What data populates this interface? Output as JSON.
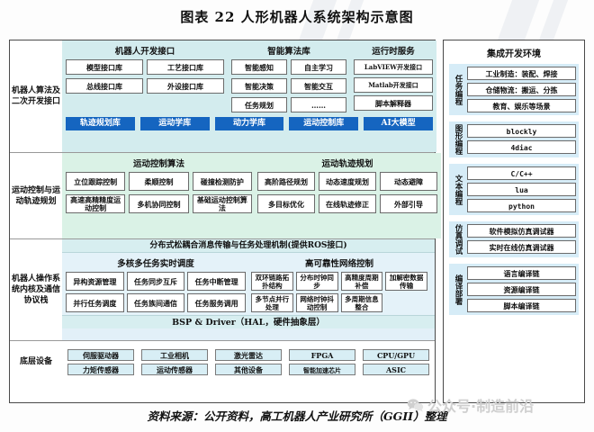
{
  "title": "图表 22   人形机器人系统架构示意图",
  "source_note": "资料来源：公开资料，高工机器人产业研究所（GGII）整理",
  "watermark": {
    "text": "公众号·制造前沿",
    "icon": "wechat-icon"
  },
  "colors": {
    "band_cyan": "#d3ecee",
    "band_green": "#daf2e6",
    "band_blue": "#e2f0f8",
    "accent_blue": "#1565c0",
    "device_fill": "#d8eef5",
    "right_group_fill": "#d6ecf7"
  },
  "left": {
    "sections": [
      {
        "label": "机器人算法及二次开发接口",
        "groups": [
          {
            "title": "机器人开发接口",
            "items": [
              "模型接口库",
              "工艺接口库",
              "总线接口库",
              "外设接口库"
            ]
          },
          {
            "title": "智能算法库",
            "items": [
              "智能感知",
              "自主学习",
              "智能决策",
              "智能交互",
              "任务规划",
              "……"
            ]
          },
          {
            "title": "运行时服务",
            "items": [
              "LabVIEW开发接口",
              "Matlab开发接口",
              "脚本解释器"
            ]
          }
        ],
        "buttons": [
          "轨迹规划库",
          "运动学库",
          "动力学库",
          "运动控制库",
          "AI大模型"
        ]
      },
      {
        "label": "运动控制与运动轨迹规划",
        "groups": [
          {
            "title": "运动控制算法",
            "items": [
              "立位跟踪控制",
              "柔顺控制",
              "碰撞检测防护",
              "高速高精精度运动控制",
              "多机协同控制",
              "基础运动控制算法"
            ]
          },
          {
            "title": "运动轨迹规划",
            "items": [
              "高阶路径规划",
              "动态速度规划",
              "动态避障",
              "多目标优化",
              "在线轨迹修正",
              "外部引导"
            ]
          }
        ]
      },
      {
        "label": "机器人操作系统内核及通信协议栈",
        "header": "分布式松耦合消息传输与任务处理机制(提供ROS接口)",
        "groups": [
          {
            "title": "多核多任务实时调度",
            "items": [
              "异构资源管理",
              "任务同步互斥",
              "任务中断管理",
              "并行任务调度",
              "任务族间通信",
              "任务服务调用"
            ]
          },
          {
            "title": "高可靠性网络控制",
            "items": [
              "双环链路拓扑结构",
              "分布时钟同步",
              "高精度周期补偿",
              "加解密数据传输",
              "多节点并行处理",
              "网络时钟抖动控制",
              "多周期信息整合",
              ""
            ]
          }
        ],
        "footer": "BSP & Driver（HAL，硬件抽象层）"
      },
      {
        "label": "底层设备",
        "columns": [
          [
            "伺服驱动器",
            "力矩传感器"
          ],
          [
            "工业相机",
            "运动传感器"
          ],
          [
            "激光雷达",
            "其他设备"
          ],
          [
            "FPGA",
            "智能加速芯片"
          ],
          [
            "CPU/GPU",
            "ASIC"
          ]
        ]
      }
    ]
  },
  "right": {
    "title": "集成开发环境",
    "groups": [
      {
        "label": "任务编程",
        "items": [
          "工业制造：装配、焊接",
          "仓储物流：搬运、分拣",
          "教育、娱乐等场景"
        ]
      },
      {
        "label": "图形编程",
        "items": [
          "blockly",
          "4diac"
        ]
      },
      {
        "label": "文本编程",
        "items": [
          "C/C++",
          "lua",
          "python"
        ]
      },
      {
        "label": "仿真调试",
        "items": [
          "软件模拟仿真调试器",
          "实时在线仿真调试器"
        ]
      },
      {
        "label": "编译部署",
        "items": [
          "语言编译链",
          "资源编译链",
          "脚本编译链"
        ]
      }
    ]
  }
}
